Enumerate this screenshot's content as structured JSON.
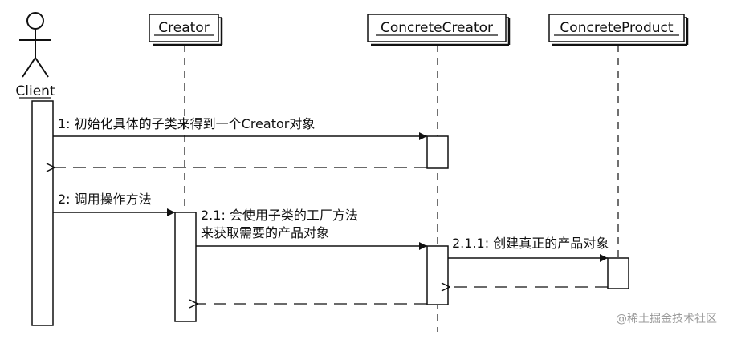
{
  "participants": {
    "client": "Client",
    "creator": "Creator",
    "concrete_creator": "ConcreteCreator",
    "concrete_product": "ConcreteProduct"
  },
  "messages": {
    "m1": "1: 初始化具体的子类来得到一个Creator对象",
    "m2": "2: 调用操作方法",
    "m21_line1": "2.1: 会使用子类的工厂方法",
    "m21_line2": "来获取需要的产品对象",
    "m211": "2.1.1: 创建真正的产品对象"
  },
  "watermark": "@稀土掘金技术社区"
}
